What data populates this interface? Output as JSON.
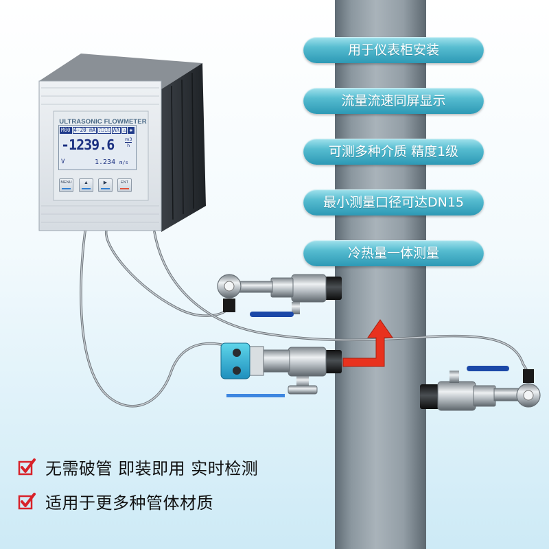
{
  "meter": {
    "title": "ULTRASONIC FLOWMETER",
    "lcd": {
      "status": [
        "M00",
        "4-20 mA",
        "⎍⎍⎍",
        "ΛΛ",
        "⚠",
        "✱",
        "B"
      ],
      "flow_value": "-1239.6",
      "flow_unit_top": "m3",
      "flow_unit_bottom": "h",
      "v_label": "V",
      "velocity_value": "1.234",
      "velocity_unit": "m/s"
    },
    "keys": [
      {
        "id": "menu",
        "label": "MENU"
      },
      {
        "id": "up",
        "label": "▲"
      },
      {
        "id": "right",
        "label": "▶"
      },
      {
        "id": "ent",
        "label": "ENT"
      }
    ]
  },
  "banners": [
    "用于仪表柜安装",
    "流量流速同屏显示",
    "可测多种介质  精度1级",
    "最小测量口径可达DN15",
    "冷热量一体测量"
  ],
  "features": [
    "无需破管 即装即用 实时检测",
    "适用于更多种管体材质"
  ],
  "colors": {
    "banner": "#3aa9c4",
    "check": "#d8222a",
    "flow_arrow": "#e8321e",
    "pipe": "#8a959e",
    "valve_handle": "#1b48a8"
  }
}
